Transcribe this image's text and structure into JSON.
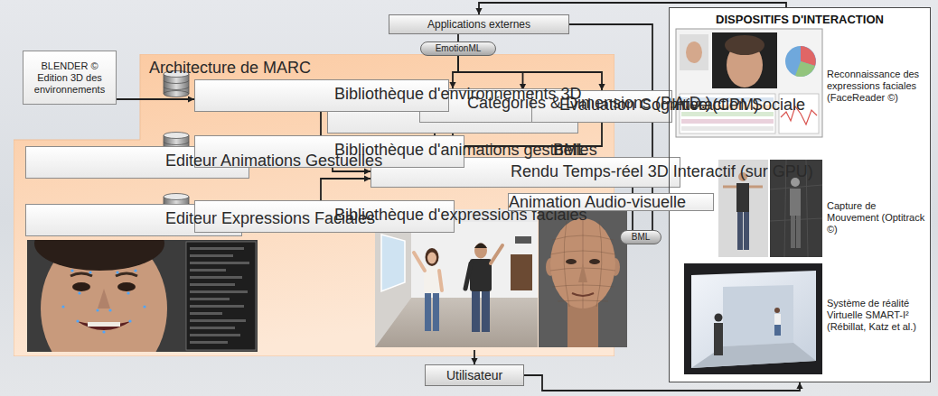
{
  "diagram": {
    "nodes": [
      {
        "text": [
          "Applications externes"
        ]
      },
      {
        "text": [
          "EmotionML"
        ]
      },
      {
        "text": [
          "BLENDER © Edition 3D des environnements"
        ]
      },
      {
        "text": [
          "Architecture de MARC"
        ]
      },
      {
        "text": [
          "Catégories & Dimensions (P.A.D.)"
        ],
        "in": 3
      },
      {
        "text": [
          "Evaluation Cognitive (CPM)"
        ],
        "in": 3
      },
      {
        "text": [
          "Interaction Sociale"
        ],
        "in": 3
      },
      {
        "text": [
          "Bibliothèque d'environnements 3D"
        ],
        "in": 3
      },
      {
        "text": [
          "BML"
        ],
        "in": 3
      },
      {
        "text": [
          "Rendu Temps-réel 3D Interactif (sur GPU)"
        ],
        "in": 3
      },
      {
        "text": [
          "Editeur Animations Gestuelles"
        ],
        "in": 3
      },
      {
        "text": [
          "Bibliothèque d'animations gestuelles"
        ],
        "in": 3
      },
      {
        "text": [
          "Editeur Expressions Faciales"
        ],
        "in": 3
      },
      {
        "text": [
          "Bibliothèque d'expressions faciales"
        ],
        "in": 3
      },
      {
        "text": [
          "Animation Audio-visuelle"
        ],
        "in": 3
      },
      {
        "text": [
          "BML"
        ]
      },
      {
        "text": [
          "DISPOSITIFS D'INTERACTION"
        ]
      },
      {
        "text": [
          "Utilisateur"
        ]
      }
    ],
    "edges": [
      {
        "from": 16,
        "to": 0,
        "arrow": "to"
      },
      {
        "from": 0,
        "to": 1,
        "arrow": "none"
      },
      {
        "from": 1,
        "to": 4,
        "arrow": "to"
      },
      {
        "from": 1,
        "to": 5,
        "arrow": "to"
      },
      {
        "from": 1,
        "to": 6,
        "arrow": "to"
      },
      {
        "from": 4,
        "to": 8,
        "arrow": "none"
      },
      {
        "from": 5,
        "to": 8,
        "arrow": "none"
      },
      {
        "from": 6,
        "to": 8,
        "arrow": "none"
      },
      {
        "from": 8,
        "to": 9,
        "arrow": "to"
      },
      {
        "from": 0,
        "to": 15,
        "arrow": "none"
      },
      {
        "from": 15,
        "to": 9,
        "arrow": "to"
      },
      {
        "from": 2,
        "to": 7,
        "arrow": "to"
      },
      {
        "from": 10,
        "to": 11,
        "arrow": "to"
      },
      {
        "from": 12,
        "to": 13,
        "arrow": "to"
      },
      {
        "from": 7,
        "to": 9,
        "arrow": "to"
      },
      {
        "from": 11,
        "to": 9,
        "arrow": "to"
      },
      {
        "from": 13,
        "to": 9,
        "arrow": "to"
      },
      {
        "from": 14,
        "to": 17,
        "arrow": "to"
      },
      {
        "from": 17,
        "to": 16,
        "arrow": "to"
      }
    ],
    "labels": [
      "Reconnaissance des expressions faciales (FaceReader ©)",
      "Capture de Mouvement (Optitrack ©)",
      "Système de réalité Virtuelle SMART-I² (Rébillat, Katz et al.)"
    ]
  }
}
